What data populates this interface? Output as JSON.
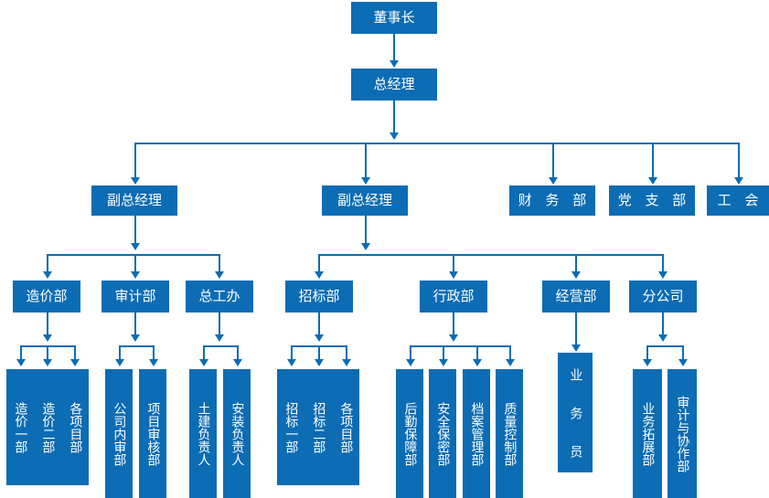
{
  "diagram": {
    "title": "组织结构图",
    "accent_color": "#0c6cb4",
    "background_color": "#ffffff",
    "text_color": "#ffffff"
  },
  "nodes": {
    "chairman": "董事长",
    "general_manager": "总经理",
    "deputy_gm_left": "副总经理",
    "deputy_gm_right": "副总经理",
    "finance_dept": "财 务 部",
    "party_branch": "党 支 部",
    "labor_union": "工 会",
    "cost_dept": "造价部",
    "audit_dept": "审计部",
    "chief_engineer_office": "总工办",
    "bidding_dept": "招标部",
    "admin_dept": "行政部",
    "operations_dept": "经营部",
    "branch_company": "分公司",
    "cost_section_1": "造价一部",
    "cost_section_2": "造价二部",
    "project_depts_cost": "各项目部",
    "internal_audit_dept": "公司内审部",
    "project_review_dept": "项目审核部",
    "civil_works_lead": "土建负责人",
    "installation_lead": "安装负责人",
    "bidding_section_1": "招标一部",
    "bidding_section_2": "招标二部",
    "project_depts_bidding": "各项目部",
    "logistics_support_dept": "后勤保障部",
    "safety_confidentiality_dept": "安全保密部",
    "archives_management_dept": "档案管理部",
    "quality_control_dept": "质量控制部",
    "salesperson": "业 务 员",
    "business_development_dept": "业务拓展部",
    "audit_cooperation_dept": "审计与协作部"
  }
}
